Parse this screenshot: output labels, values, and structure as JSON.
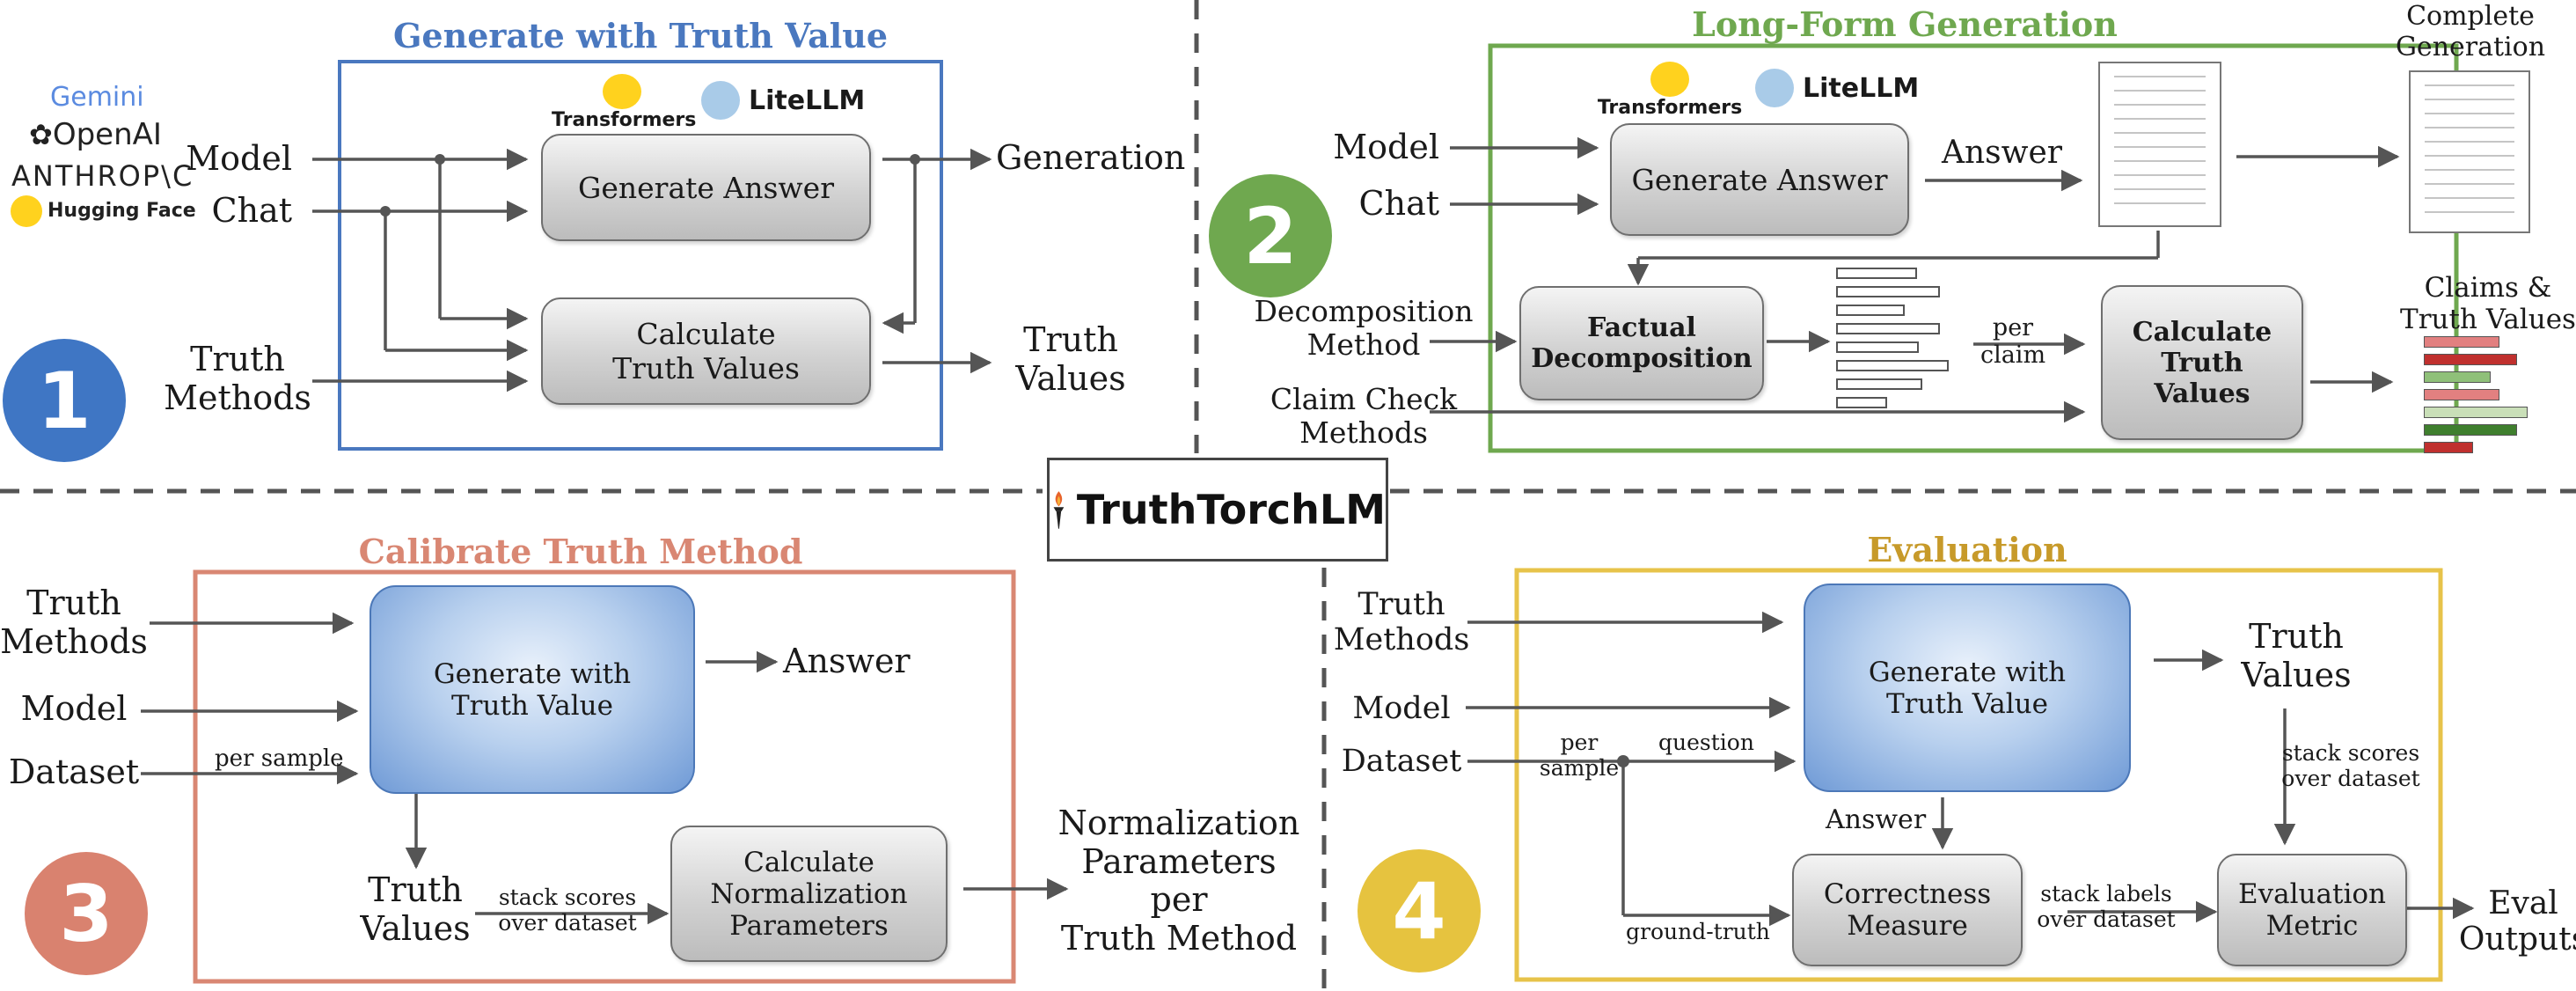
{
  "center_logo": {
    "text": "TruthTorchLM"
  },
  "providers": {
    "gemini": "Gemini",
    "openai": "OpenAI",
    "anthropic": "ANTHROP\\C",
    "huggingface": "Hugging Face"
  },
  "badges": {
    "transformers": "Transformers",
    "litellm": "LiteLLM"
  },
  "panel1": {
    "number": "1",
    "title": "Generate with Truth Value",
    "inputs": {
      "model": "Model",
      "chat": "Chat",
      "truth_methods": "Truth\nMethods"
    },
    "boxes": {
      "generate_answer": "Generate Answer",
      "calc_truth": "Calculate\nTruth Values"
    },
    "outputs": {
      "generation": "Generation",
      "truth_values": "Truth\nValues"
    }
  },
  "panel2": {
    "number": "2",
    "title": "Long-Form Generation",
    "inputs": {
      "model": "Model",
      "chat": "Chat",
      "decomposition": "Decomposition\nMethod",
      "claim_check": "Claim Check\nMethods"
    },
    "boxes": {
      "generate_answer": "Generate Answer",
      "factual_decomp": "Factual\nDecomposition",
      "calc_truth": "Calculate\nTruth\nValues"
    },
    "labels": {
      "answer": "Answer",
      "per_claim": "per\nclaim"
    },
    "outputs": {
      "complete_generation": "Complete\nGeneration",
      "claims_truth": "Claims &\nTruth Values"
    },
    "colors": {
      "claim_red": "#c0302e",
      "claim_red_light": "#e28080",
      "claim_green": "#3f7f2e",
      "claim_green_light": "#8fc079"
    }
  },
  "panel3": {
    "number": "3",
    "title": "Calibrate Truth Method",
    "inputs": {
      "truth_methods": "Truth\nMethods",
      "model": "Model",
      "dataset": "Dataset"
    },
    "labels": {
      "per_sample": "per sample",
      "stack_scores": "stack scores\nover dataset"
    },
    "boxes": {
      "generate_truth": "Generate with\nTruth Value",
      "calc_norm": "Calculate\nNormalization\nParameters"
    },
    "outputs": {
      "answer": "Answer",
      "truth_values": "Truth\nValues",
      "norm_params": "Normalization\nParameters\nper\nTruth Method"
    }
  },
  "panel4": {
    "number": "4",
    "title": "Evaluation",
    "inputs": {
      "truth_methods": "Truth\nMethods",
      "model": "Model",
      "dataset": "Dataset"
    },
    "labels": {
      "per_sample": "per\nsample",
      "question": "question",
      "ground_truth": "ground-truth",
      "answer": "Answer",
      "stack_scores": "stack scores\nover dataset",
      "stack_labels": "stack labels\nover dataset"
    },
    "boxes": {
      "generate_truth": "Generate with\nTruth Value",
      "correctness": "Correctness\nMeasure",
      "eval_metric": "Evaluation\nMetric"
    },
    "outputs": {
      "truth_values": "Truth\nValues",
      "eval_outputs": "Eval\nOutputs"
    }
  },
  "colors": {
    "blue": "#4a78bf",
    "green": "#6fa84f",
    "salmon": "#d98773",
    "gold": "#e7c34a",
    "title_blue": "#4a78bf",
    "title_green": "#6fa84f",
    "title_salmon": "#d98773",
    "title_gold": "#c79a2a",
    "circle1": "#3f76c4",
    "circle2": "#6fa84f",
    "circle3": "#d9826f",
    "circle4": "#e6c33f"
  }
}
